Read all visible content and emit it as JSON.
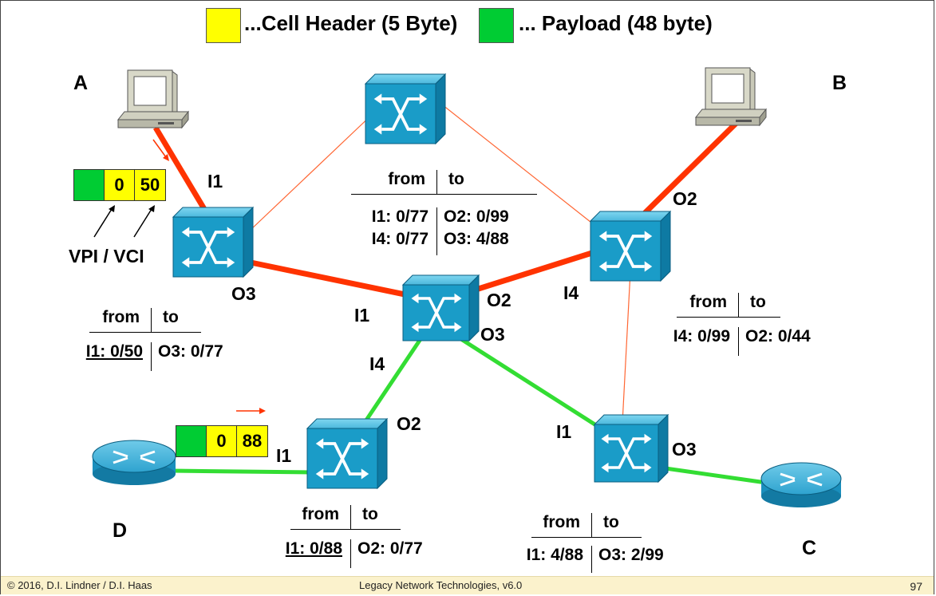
{
  "legend": {
    "header_text": "...Cell Header (5 Byte)",
    "payload_text": "... Payload (48 byte)",
    "header_color": "#ffff00",
    "payload_color": "#00cc33"
  },
  "nodes": {
    "A": "A",
    "B": "B",
    "C": "C",
    "D": "D"
  },
  "ports": {
    "sw1_in": "I1",
    "sw1_out": "O3",
    "center_in1": "I1",
    "center_out2": "O2",
    "center_out3": "O3",
    "center_in4": "I4",
    "right_in4": "I4",
    "right_out2": "O2",
    "bottom_left_in": "I1",
    "bottom_left_out": "O2",
    "bottom_right_in": "I1",
    "bottom_right_out": "O3"
  },
  "cells": {
    "a_cell": {
      "vpi": "0",
      "vci": "50"
    },
    "d_cell": {
      "vpi": "0",
      "vci": "88"
    },
    "vpi_vci_label": "VPI / VCI"
  },
  "tables": {
    "center": {
      "header": [
        "from",
        "to"
      ],
      "rows": [
        [
          "I1: 0/77",
          "O2: 0/99"
        ],
        [
          "I4: 0/77",
          "O3: 4/88"
        ]
      ]
    },
    "left": {
      "header": [
        "from",
        "to"
      ],
      "rows": [
        [
          "I1: 0/50",
          "O3: 0/77"
        ]
      ]
    },
    "right": {
      "header": [
        "from",
        "to"
      ],
      "rows": [
        [
          "I4: 0/99",
          "O2: 0/44"
        ]
      ]
    },
    "bottom_left": {
      "header": [
        "from",
        "to"
      ],
      "rows": [
        [
          "I1: 0/88",
          "O2: 0/77"
        ]
      ]
    },
    "bottom_right": {
      "header": [
        "from",
        "to"
      ],
      "rows": [
        [
          "I1: 4/88",
          "O3: 2/99"
        ]
      ]
    }
  },
  "colors": {
    "active_link": "#ff3300",
    "green_link": "#33dd33",
    "switch_fill": "#1a9cc8"
  },
  "footer": {
    "copyright": "© 2016, D.I. Lindner / D.I. Haas",
    "course": "Legacy Network Technologies, v6.0",
    "page": "97"
  }
}
